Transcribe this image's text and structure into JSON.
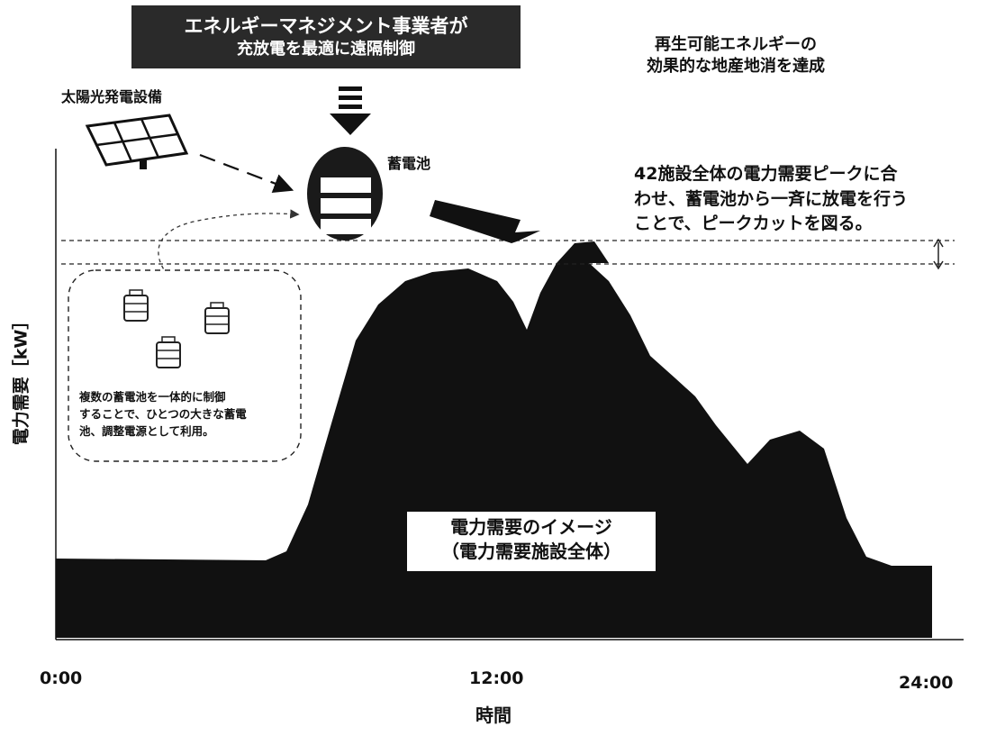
{
  "banner": {
    "line1": "エネルギーマネジメント事業者が",
    "line2": "充放電を最適に遠隔制御"
  },
  "goal": {
    "line1": "再生可能エネルギーの",
    "line2": "効果的な地産地消を達成"
  },
  "solar_label": "太陽光発電設備",
  "battery_label": "蓄電池",
  "peak_note": {
    "line1": "42施設全体の電力需要ピークに合",
    "line2": "わせ、蓄電池から一斉に放電を行う",
    "line3": "ことで、ピークカットを図る。"
  },
  "aggregation_note": {
    "line1": "複数の蓄電池を一体的に制御",
    "line2": "することで、ひとつの大きな蓄電",
    "line3": "池、調整電源として利用。"
  },
  "demand_label": {
    "line1": "電力需要のイメージ",
    "line2": "（電力需要施設全体）"
  },
  "axes": {
    "ylabel": "電力需要［kW］",
    "xlabel": "時間",
    "ticks": [
      "0:00",
      "12:00",
      "24:00"
    ]
  },
  "colors": {
    "demand_fill": "#111111",
    "banner_bg": "#2a2a2a"
  }
}
